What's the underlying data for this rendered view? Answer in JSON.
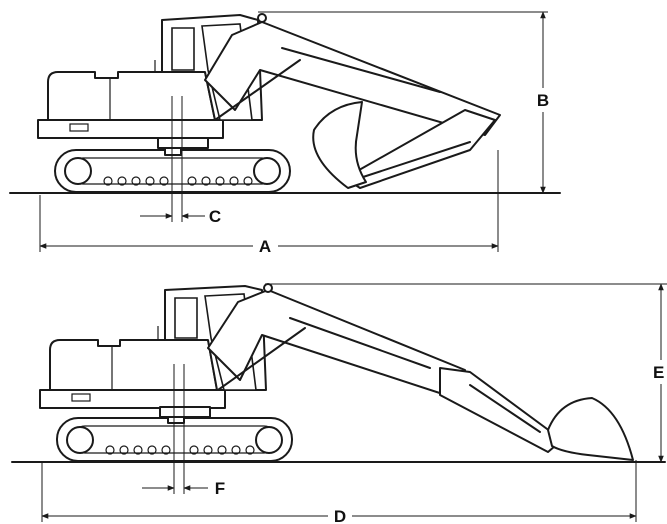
{
  "labels": {
    "a": "A",
    "b": "B",
    "c": "C",
    "d": "D",
    "e": "E",
    "f": "F"
  },
  "colors": {
    "ink": "#1a1a1a",
    "background": "#ffffff"
  }
}
